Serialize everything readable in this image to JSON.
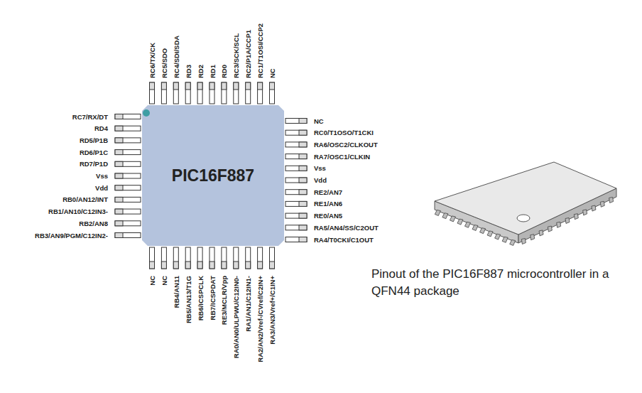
{
  "diagram": {
    "caption": "Pinout of the PIC16F887 microcontroller in a QFN44 package",
    "nodes": [
      {
        "text": [
          "PIC16F887"
        ]
      }
    ],
    "labels": [
      "RC6/TX/CK",
      "RC5/SDO",
      "RC4/SDI/SDA",
      "RD3",
      "RD2",
      "RD1",
      "RD0",
      "RC3/SCK/SCL",
      "RC2/P1A/CCP1",
      "RC1/T1OSI/CCP2",
      "NC",
      "RC7/RX/DT",
      "RD4",
      "RD5/P1B",
      "RD6/P1C",
      "RD7/P1D",
      "Vss",
      "Vdd",
      "RB0/AN12/INT",
      "RB1/AN10/C12IN3-",
      "RB2/AN8",
      "RB3/AN9/PGM/C12IN2-",
      "NC",
      "RC0/T1OSO/T1CKI",
      "RA6/OSC2/CLKOUT",
      "RA7/OSC1/CLKIN",
      "Vss",
      "Vdd",
      "RE2/AN7",
      "RE1/AN6",
      "RE0/AN5",
      "RA5/AN4/SS/C2OUT",
      "RA4/T0CKI/C1OUT",
      "NC",
      "NC",
      "RB4/AN11",
      "RB5/AN13/T1G",
      "RB6/ICSPCLK",
      "RB7/ICSPDAT",
      "RE3/MCLR/Vpp",
      "RA0/AN0/ULPWU/C12IN0-",
      "RA1/AN1/C12IN1-",
      "RA2/AN2/Vref-/CVref/C2IN+",
      "RA3/AN3/Vref+/C1IN+"
    ]
  }
}
